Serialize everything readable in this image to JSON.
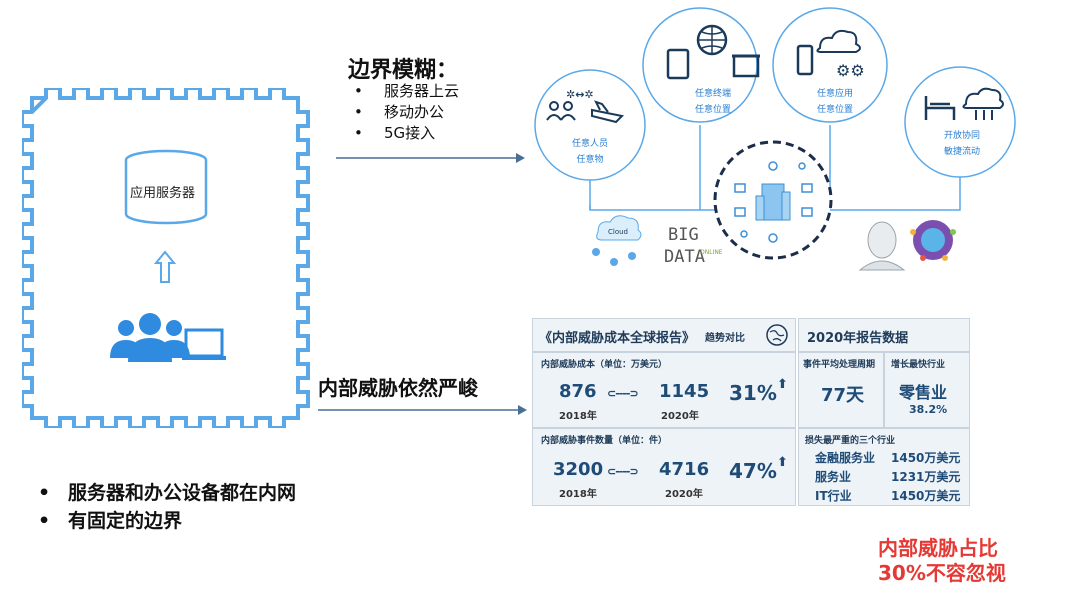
{
  "top": {
    "title": "边界模糊：",
    "items": [
      "服务器上云",
      "移动办公",
      "5G接入"
    ]
  },
  "left_box": {
    "server_label": "应用服务器"
  },
  "internal": {
    "title": "内部威胁依然严峻"
  },
  "bottom": {
    "items": [
      "服务器和办公设备都在内网",
      "有固定的边界"
    ]
  },
  "note": {
    "line1": "内部威胁占比",
    "line2": "30%不容忽视"
  },
  "circles": [
    {
      "line1": "任意人员",
      "line2": "任意物"
    },
    {
      "line1": "任意终端",
      "line2": "任意位置"
    },
    {
      "line1": "任意应用",
      "line2": "任意位置"
    },
    {
      "line1": "开放协同",
      "line2": "敏捷流动"
    }
  ],
  "bottom_icons": {
    "cloud_label": "Cloud",
    "big": "BIG",
    "data": "DATA",
    "online": "ONLINE"
  },
  "report": {
    "header_left": "《内部威胁成本全球报告》",
    "header_left_suffix": "趋势对比",
    "header_right": "2020年报告数据",
    "cost": {
      "label": "内部威胁成本（单位：万美元）",
      "v1": "876",
      "y1": "2018年",
      "v2": "1145",
      "y2": "2020年",
      "pct": "31%"
    },
    "count": {
      "label": "内部威胁事件数量（单位：件）",
      "v1": "3200",
      "y1": "2018年",
      "v2": "4716",
      "y2": "2020年",
      "pct": "47%"
    },
    "cycle": {
      "label": "事件平均处理周期",
      "value": "77天"
    },
    "growth": {
      "label": "增长最快行业",
      "value": "零售业",
      "pct": "38.2%"
    },
    "loss": {
      "label": "损失最严重的三个行业",
      "rows": [
        {
          "name": "金融服务业",
          "value": "1450万美元"
        },
        {
          "name": "服务业",
          "value": "1231万美元"
        },
        {
          "name": "IT行业",
          "value": "1450万美元"
        }
      ]
    }
  },
  "colors": {
    "blue": "#1e88e5",
    "light_blue": "#5aa8e8",
    "panel_text": "#1f4b77",
    "red": "#e53935"
  }
}
